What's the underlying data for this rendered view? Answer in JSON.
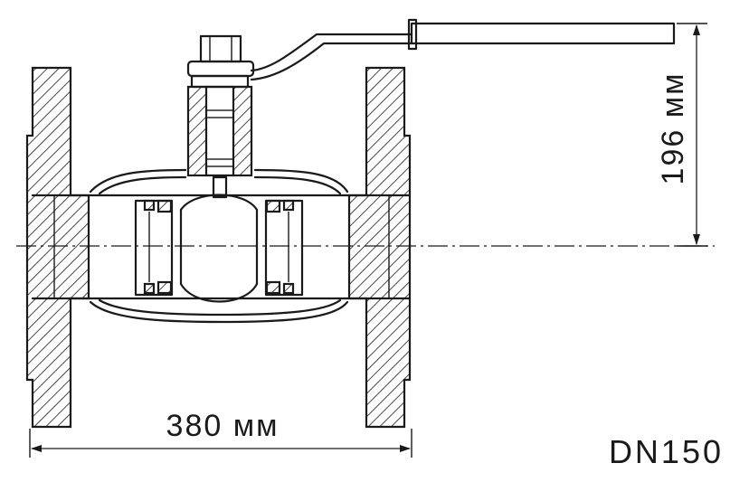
{
  "dimensions": {
    "width_label": "380 мм",
    "height_label": "196 мм"
  },
  "nominal_diameter": "DN150",
  "colors": {
    "line": "#1a1a1a",
    "background": "#ffffff"
  }
}
